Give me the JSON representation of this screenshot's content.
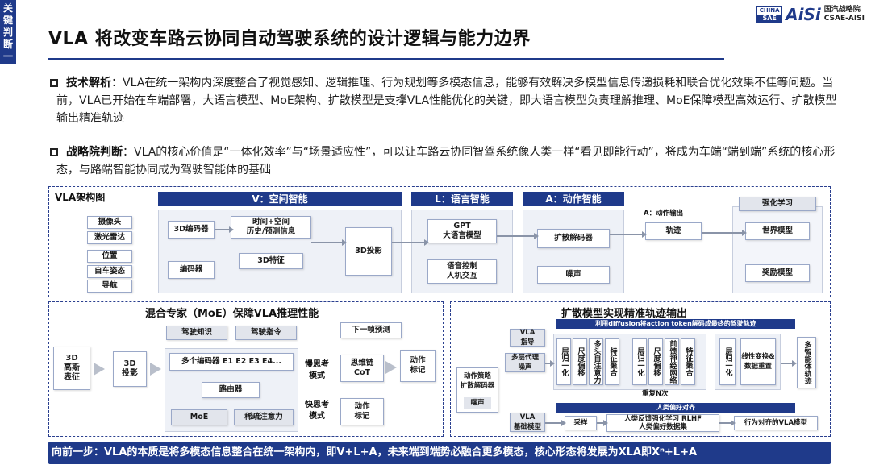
{
  "side_tag": "关键判断一",
  "title": "VLA 将改变车路云协同自动驾驶系统的设计逻辑与能力边界",
  "logo": {
    "sae_top": "CHINA",
    "sae": "SAE",
    "aisi": "AiSi",
    "name_cn": "国汽战略院",
    "name_en": "CSAE-AISI"
  },
  "para1": {
    "bold": "技术解析",
    "text": "：VLA在统一架构内深度整合了视觉感知、逻辑推理、行为规划等多模态信息，能够有效解决多模型信息传递损耗和联合优化效果不佳等问题。当前，VLA已开始在车端部署，大语言模型、MoE架构、扩散模型是支撑VLA性能优化的关键，即大语言模型负责理解推理、MoE保障模型高效运行、扩散模型输出精准轨迹"
  },
  "para2": {
    "bold": "战略院判断",
    "text": "：VLA的核心价值是“一体化效率”与“场景适应性”，可以让车路云协同智驾系统像人类一样“看见即能行动”，将成为车端“端到端”系统的核心形态，与路端智能协同成为驾驶智能体的基础"
  },
  "vla": {
    "label": "VLA架构图",
    "hdr_v": "V：空间智能",
    "hdr_l": "L：语言智能",
    "hdr_a": "A：动作智能",
    "inputs": [
      "摄像头",
      "激光雷达",
      "位置",
      "自车姿态",
      "导航"
    ],
    "enc3d": "3D编码器",
    "enc": "编码器",
    "temporal": "时间+空间\n历史/预测信息",
    "feat3d": "3D特征",
    "proj3d": "3D投影",
    "gpt": "GPT\n大语言模型",
    "voice": "语音控制\n人机交互",
    "diff_dec": "扩散解码器",
    "noise": "噪声",
    "action_out": "A：动作输出",
    "trajectory": "轨迹",
    "rl": "强化学习",
    "world": "世界模型",
    "reward": "奖励模型"
  },
  "moe": {
    "title": "混合专家（MoE）保障VLA推理性能",
    "gauss": "3D\n高斯\n表征",
    "proj": "3D\n投影",
    "know": "驾驶知识",
    "instr": "驾驶指令",
    "encoders": "多个编码器 E1 E2 E3 E4...",
    "router": "路由器",
    "moe": "MoE",
    "sparse": "稀疏注意力",
    "slow": "慢思考\n模式",
    "fast": "快思考\n模式",
    "next": "下一帧预测",
    "cot": "思维链\nCoT",
    "act1": "动作\n标记",
    "act2": "动作\n标记",
    "act3": "动作\n标记"
  },
  "diffusion": {
    "title": "扩散模型实现精准轨迹输出",
    "subtitle": "利用diffusion将action token解码成最终的驾驶轨迹",
    "vla_guide": "VLA\n指导",
    "agent_noise": "多层代理\n噪声",
    "policy": "动作策略\n扩散解码器",
    "noise": "噪声",
    "cols1": [
      "层归一化",
      "尺度偏移",
      "多头自注意力",
      "特征聚合"
    ],
    "cols2": [
      "层归一化",
      "尺度偏移",
      "前馈神经网络",
      "特征聚合"
    ],
    "repeat": "重复N次",
    "norm": "层归一化",
    "linear": "线性变换&数据重置",
    "multi": "多智能体轨迹",
    "pref_hdr": "人类偏好对齐",
    "vla_base": "VLA\n基础模型",
    "sample": "采样",
    "rlhf": "人类反馈强化学习 RLHF\n人类偏好数据集",
    "aligned": "行为对齐的VLA模型"
  },
  "footer": "向前一步：VLA的本质是将多模态信息整合在统一架构内，即V+L+A，未来端到端势必融合更多模态，核心形态将发展为XLA即Xⁿ+L+A"
}
